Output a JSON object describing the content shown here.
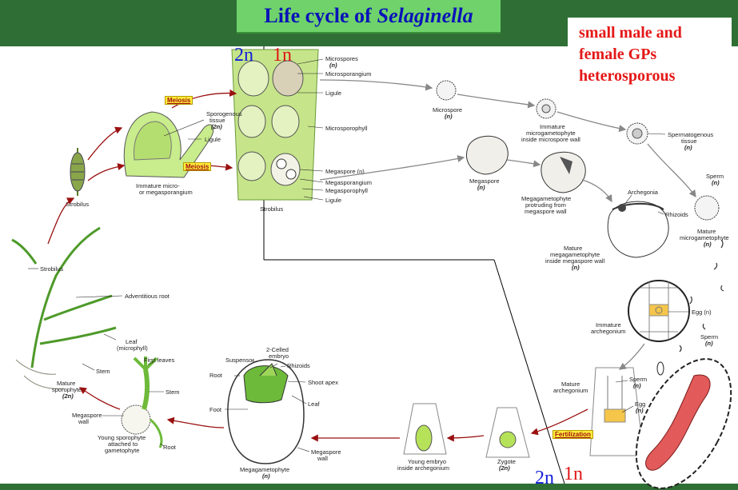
{
  "title": {
    "prefix": "Life cycle of",
    "species": "Selaginella"
  },
  "note": {
    "line1": "small male and",
    "line2": "female GPs",
    "line3": "heterosporous"
  },
  "ploidy_top": {
    "left": "2n",
    "right": "1n"
  },
  "ploidy_bottom": {
    "left": "2n",
    "right": "1n"
  },
  "tags": {
    "meiosis_upper": "Meiosis",
    "meiosis_lower": "Meiosis",
    "fertilization": "Fertilization"
  },
  "labels": {
    "microspores": "Microspores",
    "microspores_n": "(n)",
    "microsporangium": "Microsporangium",
    "ligule_upper": "Ligule",
    "microsporophyll": "Microsporophyll",
    "megaspore_n_strobilus": "Megaspore (n)",
    "megasporangium": "Megasporangium",
    "megasporophyll": "Megasporophyll",
    "ligule_lower": "Ligule",
    "strobilus_center": "Strobilus",
    "sporogenous1": "Sporogenous",
    "sporogenous2": "tissue",
    "sporogenous3": "(2n)",
    "ligule_sporangium": "Ligule",
    "immature_sporangium1": "Immature micro-",
    "immature_sporangium2": "or megasporangium",
    "strobilus_left": "Strobilus",
    "microspore": "Microspore",
    "microspore_n": "(n)",
    "immature_microgametophyte1": "Immature",
    "immature_microgametophyte2": "microgametophyte",
    "immature_microgametophyte3": "inside microspore wall",
    "spermatogenous1": "Spermatogenous",
    "spermatogenous2": "tissue",
    "spermatogenous3": "(n)",
    "megaspore": "Megaspore",
    "megaspore_n": "(n)",
    "megagametophyte_protruding1": "Megagametophyte",
    "megagametophyte_protruding2": "protruding from",
    "megagametophyte_protruding3": "megaspore wall",
    "archegonia": "Archegonia",
    "rhizoids_right": "Rhizoids",
    "sperm_top": "Sperm",
    "sperm_top_n": "(n)",
    "mature_microgametophyte1": "Mature",
    "mature_microgametophyte2": "microgametophyte",
    "mature_microgametophyte3": "(n)",
    "mature_megagametophyte1": "Mature",
    "mature_megagametophyte2": "megagametophyte",
    "mature_megagametophyte3": "inside megaspore wall",
    "mature_megagametophyte4": "(n)",
    "egg_n": "Egg (n)",
    "immature_archegonium1": "Immature",
    "immature_archegonium2": "archegonium",
    "sperm_mid": "Sperm",
    "sperm_mid_n": "(n)",
    "mature_archegonium1": "Mature",
    "mature_archegonium2": "archegonium",
    "sperm_low": "Sperm",
    "sperm_low_n": "(n)",
    "egg_low": "Egg",
    "egg_low_n": "(n)",
    "zygote": "Zygote",
    "zygote_2n": "(2n)",
    "young_embryo1": "Young embryo",
    "young_embryo2": "inside archegonium",
    "two_celled1": "2-Celled",
    "two_celled2": "embryo",
    "suspensor": "Suspensor",
    "rhizoids_embryo": "Rhizoids",
    "root_embryo": "Root",
    "shoot_apex": "Shoot apex",
    "leaf_embryo": "Leaf",
    "foot": "Foot",
    "megaspore_wall1": "Megaspore",
    "megaspore_wall2": "wall",
    "megagametophyte_bottom1": "Megagametophyte",
    "megagametophyte_bottom2": "(n)",
    "strobilus_plant": "Strobilus",
    "adventitious_root": "Adventitious root",
    "leaf_microphyll1": "Leaf",
    "leaf_microphyll2": "(microphyll)",
    "stem_plant": "Stem",
    "mature_sporophyte1": "Mature",
    "mature_sporophyte2": "sporophyte",
    "mature_sporophyte3": "(2n)",
    "first_leaves": "First leaves",
    "stem_young": "Stem",
    "megaspore_wall_young1": "Megaspore",
    "megaspore_wall_young2": "wall",
    "young_sporophyte1": "Young sporophyte",
    "young_sporophyte2": "attached to",
    "young_sporophyte3": "gametophyte",
    "root_young": "Root"
  }
}
